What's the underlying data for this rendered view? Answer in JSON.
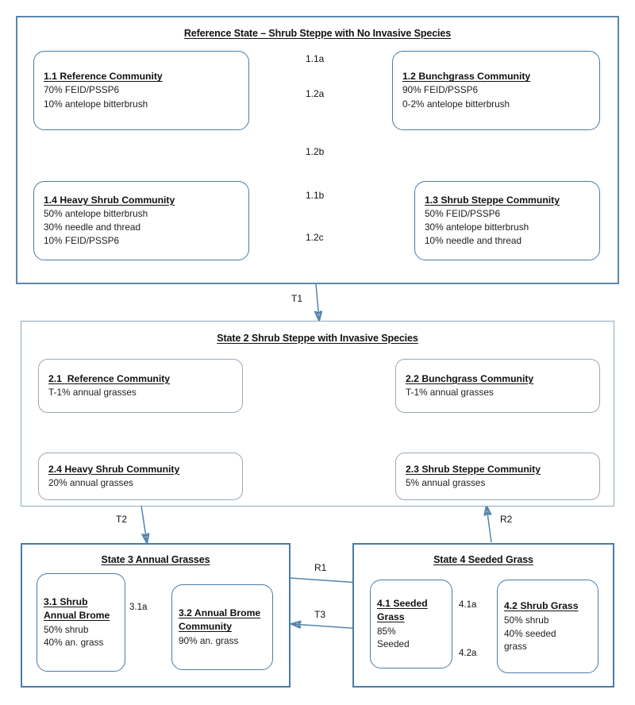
{
  "diagram": {
    "type": "state-and-transition-model",
    "title_visible": false
  },
  "states": [
    {
      "id": "state-1",
      "title": "Reference State – Shrub Steppe with No Invasive Species",
      "communities": [
        {
          "id": "1.1",
          "num": "1.1",
          "name": "Reference Community",
          "lines": [
            "70% FEID/PSSP6",
            "10% antelope bitterbrush"
          ]
        },
        {
          "id": "1.2",
          "num": "1.2",
          "name": "Bunchgrass Community",
          "lines": [
            "90% FEID/PSSP6",
            "0-2% antelope bitterbrush"
          ]
        },
        {
          "id": "1.4",
          "num": "1.4",
          "name": "Heavy Shrub Community",
          "lines": [
            "50% antelope bitterbrush",
            "30% needle and thread",
            "10% FEID/PSSP6"
          ]
        },
        {
          "id": "1.3",
          "num": "1.3",
          "name": "Shrub Steppe Community",
          "lines": [
            "50% FEID/PSSP6",
            "30% antelope bitterbrush",
            "10% needle and thread"
          ]
        }
      ]
    },
    {
      "id": "state-2",
      "title": "State 2 Shrub Steppe with Invasive Species",
      "communities": [
        {
          "id": "2.1",
          "num": "2.1",
          "name": "Reference Community",
          "lines": [
            "T-1% annual grasses"
          ]
        },
        {
          "id": "2.2",
          "num": "2.2",
          "name": "Bunchgrass Community",
          "lines": [
            "T-1% annual grasses"
          ]
        },
        {
          "id": "2.4",
          "num": "2.4",
          "name": "Heavy Shrub Community",
          "lines": [
            "20% annual grasses"
          ]
        },
        {
          "id": "2.3",
          "num": "2.3",
          "name": "Shrub Steppe Community",
          "lines": [
            "5% annual grasses"
          ]
        }
      ]
    },
    {
      "id": "state-3",
      "title": "State 3 Annual Grasses",
      "communities": [
        {
          "id": "3.1",
          "num": "3.1",
          "name": "Shrub Annual Brome",
          "lines": [
            "50% shrub",
            "40% an. grass"
          ]
        },
        {
          "id": "3.2",
          "num": "3.2",
          "name": "Annual Brome Community",
          "lines": [
            "90% an. grass"
          ]
        }
      ]
    },
    {
      "id": "state-4",
      "title": "State 4 Seeded Grass",
      "communities": [
        {
          "id": "4.1",
          "num": "4.1",
          "name": "Seeded Grass",
          "lines": [
            "85%",
            "Seeded"
          ]
        },
        {
          "id": "4.2",
          "num": "4.2",
          "name": "Shrub Grass",
          "lines": [
            "50% shrub",
            "40% seeded",
            "grass"
          ]
        }
      ]
    }
  ],
  "transitions": [
    {
      "id": "t-1-1a",
      "label": "1.1a",
      "from": "1.1",
      "to": "1.2"
    },
    {
      "id": "t-1-2a",
      "label": "1.2a",
      "from": "1.2",
      "to": "1.1"
    },
    {
      "id": "t-1-2b",
      "label": "1.2b",
      "from": "1.3",
      "to": "1.1"
    },
    {
      "id": "t-1-1b",
      "label": "1.1b",
      "from": "1.1",
      "to": "1.3"
    },
    {
      "id": "t-1-2c",
      "label": "1.2c",
      "from": "1.3",
      "to": "1.4"
    },
    {
      "id": "t-T1",
      "label": "T1",
      "from": "state-1",
      "to": "state-2"
    },
    {
      "id": "t-T2",
      "label": "T2",
      "from": "2.4",
      "to": "state-3"
    },
    {
      "id": "t-R2",
      "label": "R2",
      "from": "state-4",
      "to": "2.3"
    },
    {
      "id": "t-R1",
      "label": "R1",
      "from": "state-3",
      "to": "state-4"
    },
    {
      "id": "t-T3",
      "label": "T3",
      "from": "state-4",
      "to": "state-3"
    },
    {
      "id": "t-3-1a",
      "label": "3.1a",
      "from": "3.1",
      "to": "3.2"
    },
    {
      "id": "t-4-1a",
      "label": "4.1a",
      "from": "4.1",
      "to": "4.2"
    },
    {
      "id": "t-4-2a",
      "label": "4.2a",
      "from": "4.2",
      "to": "4.1"
    }
  ],
  "colors": {
    "state1_border": "#5b87ad",
    "state2_border": "#8fa9bd",
    "state34_border": "#4b7ba6",
    "community_blue_border": "#4a7ca8",
    "community_gray_border": "#9aa9b4",
    "arrow": "#5585ac",
    "text": "#1a1a1a",
    "background": "#ffffff"
  }
}
